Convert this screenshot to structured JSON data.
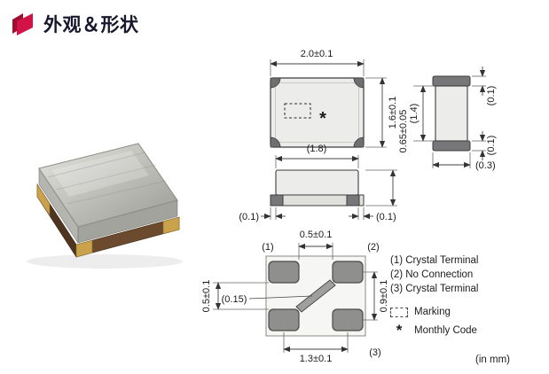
{
  "header": {
    "title": "外观＆形状"
  },
  "colors": {
    "accent": "#d31245"
  },
  "drawings": {
    "top_view": {
      "width_dim": "2.0±0.1",
      "height_dim": "1.6±0.1",
      "star": "*"
    },
    "side_view": {
      "lid_width_dim": "(1.8)",
      "left_overhang_dim": "(0.1)",
      "right_overhang_dim": "(0.1)",
      "height_dim": "0.65±0.05"
    },
    "end_view": {
      "body_dim": "(1.4)",
      "top_cap_dim": "(0.1)",
      "bottom_cap_dim": "(0.1)",
      "wrap_dim": "(0.3)"
    },
    "bottom_view": {
      "pad_gap_x_dim": "0.5±0.1",
      "pad_gap_y_dim": "0.5±0.1",
      "pitch_y_dim": "0.9±0.1",
      "pitch_x_dim": "1.3±0.1",
      "bar_width_dim": "(0.15)",
      "pin1": "(1)",
      "pin2": "(2)",
      "pin3": "(3)"
    }
  },
  "legend": {
    "pin1": "(1) Crystal Terminal",
    "pin2": "(2) No Connection",
    "pin3": "(3) Crystal Terminal",
    "marking": "Marking",
    "monthly_star": "*",
    "monthly": "Monthly Code",
    "units": "(in mm)"
  }
}
